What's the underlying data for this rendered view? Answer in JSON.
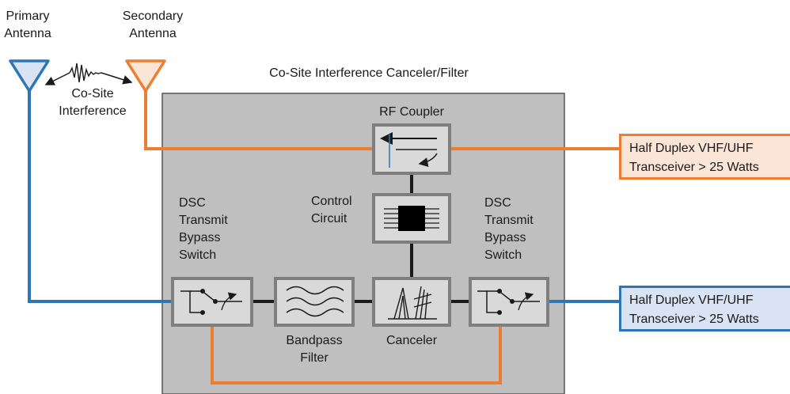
{
  "colors": {
    "orange": "#ed7d31",
    "blue": "#2e75b6",
    "enclosure": "#bfbfbf",
    "block_fill": "#d9d9d9",
    "block_border": "#7f7f7f",
    "dark_line": "#1a1a1a"
  },
  "antennas": {
    "primary": {
      "line1": "Primary",
      "line2": "Antenna",
      "icon": "antenna-triangle-blue-icon"
    },
    "secondary": {
      "line1": "Secondary",
      "line2": "Antenna",
      "icon": "antenna-triangle-orange-icon"
    }
  },
  "interference": {
    "line1": "Co-Site",
    "line2": "Interference",
    "icon": "zigzag-signal-icon"
  },
  "enclosure_title": "Co-Site Interference Canceler/Filter",
  "blocks": {
    "rf_coupler": {
      "label": "RF Coupler",
      "icon": "directional-coupler-icon"
    },
    "control_circuit": {
      "line1": "Control",
      "line2": "Circuit",
      "icon": "ic-chip-icon"
    },
    "dsc_left": {
      "line1": "DSC",
      "line2": "Transmit",
      "line3": "Bypass",
      "line4": "Switch",
      "icon": "switch-icon"
    },
    "dsc_right": {
      "line1": "DSC",
      "line2": "Transmit",
      "line3": "Bypass",
      "line4": "Switch",
      "icon": "switch-icon"
    },
    "bandpass": {
      "line1": "Bandpass",
      "line2": "Filter",
      "icon": "bandpass-filter-icon"
    },
    "canceler": {
      "label": "Canceler",
      "icon": "canceler-icon"
    }
  },
  "transceivers": {
    "top": {
      "line1": "Half Duplex VHF/UHF",
      "line2": "Transceiver > 25 Watts"
    },
    "bottom": {
      "line1": "Half Duplex VHF/UHF",
      "line2": "Transceiver > 25 Watts"
    }
  }
}
